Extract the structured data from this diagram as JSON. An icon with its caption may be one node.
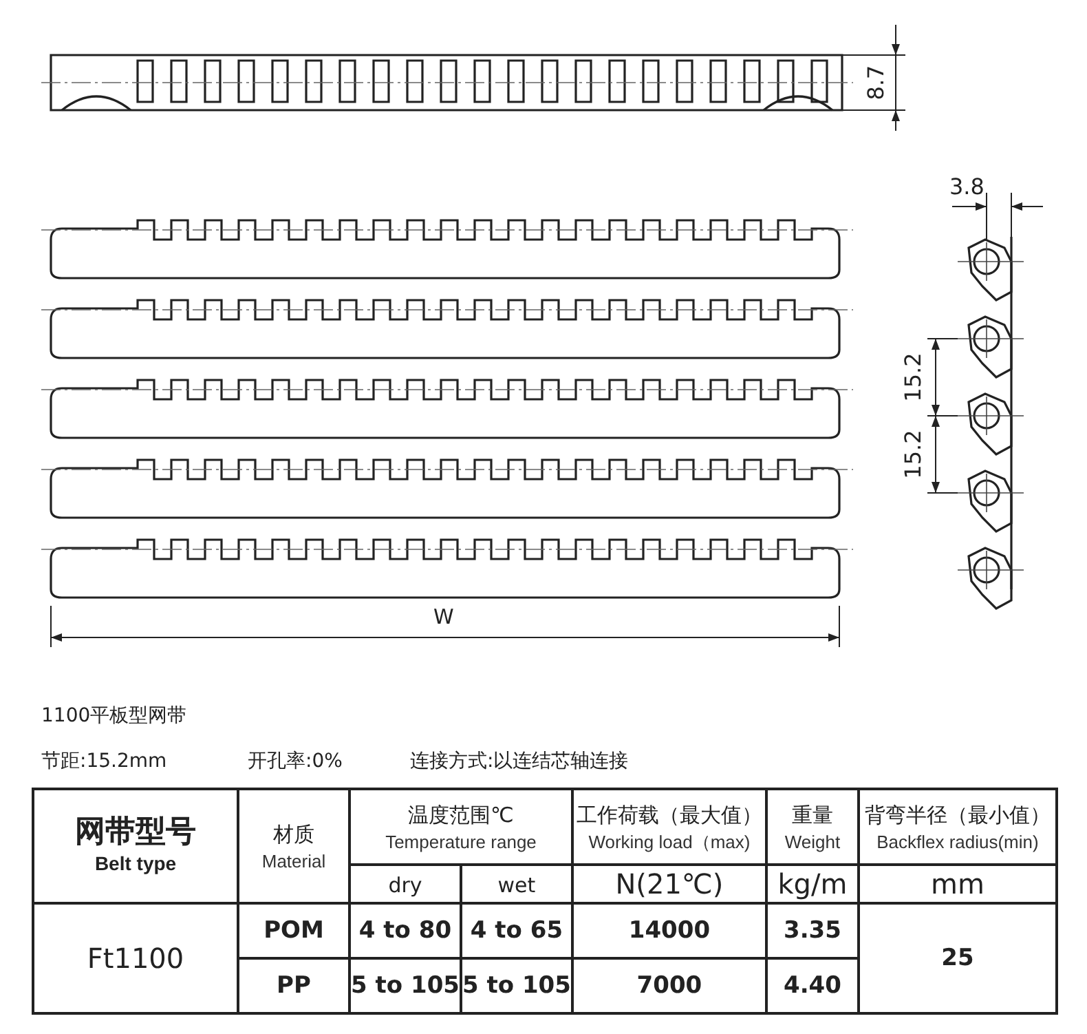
{
  "diagram": {
    "labels": [
      "8.7",
      "3.8",
      "15.2",
      "15.2",
      "W",
      "1100平板型网带",
      "节距:15.2mm",
      "开孔率:0%",
      "连接方式:以连结芯轴连接",
      "网带型号",
      "Belt type",
      "材质",
      "Material",
      "温度范围℃",
      "Temperature range",
      "工作荷载（最大值）",
      "Working load（max)",
      "重量",
      "Weight",
      "背弯半径（最小值）",
      "Backflex radius(min)",
      "dry",
      "wet",
      "N(21℃)",
      "kg/m",
      "mm",
      "Ft1100",
      "POM",
      "4 to 80",
      "4 to 65",
      "14000",
      "3.35",
      "25",
      "PP",
      "5 to 105",
      "5 to 105",
      "7000",
      "4.40"
    ]
  }
}
